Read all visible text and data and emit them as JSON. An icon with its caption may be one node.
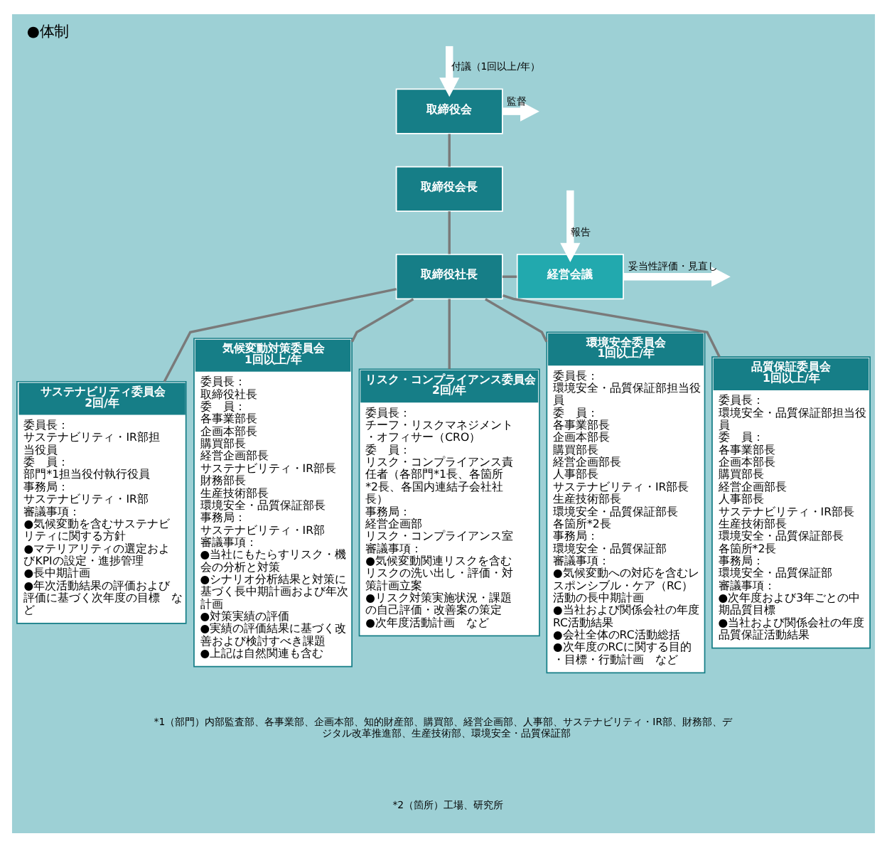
{
  "diagram": {
    "title": "●体制",
    "nodes": [
      {
        "text": [
          "取締役会"
        ]
      },
      {
        "text": [
          "取締役会長"
        ]
      },
      {
        "text": [
          "取締役社長"
        ]
      },
      {
        "text": [
          "経営会議"
        ]
      },
      {
        "text": [
          "サステナビリティ委員会",
          "2回/年",
          "委員長：",
          "サステナビリティ・IR部担当役員",
          "委　員：",
          "部門*1担当役付執行役員",
          "事務局：",
          "サステナビリティ・IR部",
          "審議事項：",
          "●気候変動を含むサステナビリティに関する方針",
          "●マテリアリティの選定およびKPIの設定・進捗管理",
          "●長中期計画",
          "●年次活動結果の評価および評価に基づく次年度の目標　など"
        ]
      },
      {
        "text": [
          "気候変動対策委員会",
          "1回以上/年",
          "委員長：",
          "取締役社長",
          "委　員：",
          "各事業部長",
          "企画本部長",
          "購買部長",
          "経営企画部長",
          "サステナビリティ・IR部長",
          "財務部長",
          "生産技術部長",
          "環境安全・品質保証部長",
          "事務局：",
          "サステナビリティ・IR部",
          "審議事項：",
          "●当社にもたらすリスク・機会の分析と対策",
          "●シナリオ分析結果と対策に基づく長中期計画および年次計画",
          "●対策実績の評価",
          "●実績の評価結果に基づく改善および検討すべき課題",
          "●上記は自然関連も含む"
        ]
      },
      {
        "text": [
          "リスク・コンプライアンス委員会",
          "2回/年",
          "委員長：",
          "チーフ・リスクマネジメント・オフィサー（CRO）",
          "委　員：",
          "リスク・コンプライアンス責任者（各部門*1長、各箇所*2長、各国内連結子会社社長）",
          "事務局：",
          "経営企画部",
          "リスク・コンプライアンス室",
          "審議事項：",
          "●気候変動関連リスクを含むリスクの洗い出し・評価・対策計画立案",
          "●リスク対策実施状況・課題の自己評価・改善案の策定",
          "●次年度活動計画　など"
        ]
      },
      {
        "text": [
          "環境安全委員会",
          "1回以上/年",
          "委員長：",
          "環境安全・品質保証部担当役員",
          "委　員：",
          "各事業部長",
          "企画本部長",
          "購買部長",
          "経営企画部長",
          "人事部長",
          "サステナビリティ・IR部長",
          "生産技術部長",
          "環境安全・品質保証部長",
          "各箇所*2長",
          "事務局：",
          "環境安全・品質保証部",
          "審議事項：",
          "●気候変動への対応を含むレスポンシブル・ケア（RC）活動の長中期計画",
          "●当社および関係会社の年度RC活動結果",
          "●会社全体のRC活動総括",
          "●次年度のRCに関する目的・目標・行動計画　など"
        ]
      },
      {
        "text": [
          "品質保証委員会",
          "1回以上/年",
          "委員長：",
          "環境安全・品質保証部担当役員",
          "委　員：",
          "各事業部長",
          "企画本部長",
          "購買部長",
          "経営企画部長",
          "人事部長",
          "サステナビリティ・IR部長",
          "生産技術部長",
          "環境安全・品質保証部長",
          "各箇所*2長",
          "事務局：",
          "環境安全・品質保証部",
          "審議事項：",
          "●次年度および3年ごとの中期品質目標",
          "●当社および関係会社の年度品質保証活動結果"
        ]
      }
    ],
    "edges": [
      {
        "from": 0,
        "to": 1,
        "arrow": "none"
      },
      {
        "from": 1,
        "to": 2,
        "arrow": "none"
      },
      {
        "from": 2,
        "to": 3,
        "arrow": "none"
      },
      {
        "from": 2,
        "to": 4,
        "arrow": "none"
      },
      {
        "from": 2,
        "to": 5,
        "arrow": "none"
      },
      {
        "from": 2,
        "to": 6,
        "arrow": "none"
      },
      {
        "from": 2,
        "to": 7,
        "arrow": "none"
      },
      {
        "from": 2,
        "to": 8,
        "arrow": "none"
      },
      {
        "from": null,
        "to": 0,
        "arrow": "to",
        "label": "付議（1回以上/年）",
        "style": "thick",
        "color": "#ffffff"
      },
      {
        "from": 0,
        "to": null,
        "arrow": "to",
        "label": "監督",
        "style": "thick",
        "color": "#ffffff"
      },
      {
        "from": 3,
        "to": null,
        "arrow": "to",
        "label": "妥当性評価・見直し",
        "style": "thick",
        "color": "#ffffff"
      },
      {
        "from": null,
        "to": 3,
        "arrow": "to",
        "label": "報告",
        "style": "thick",
        "color": "#ffffff"
      }
    ],
    "labels": [
      "*1（部門）内部監査部、各事業部、企画本部、知的財産部、購買部、経営企画部、人事部、サステナビリティ・IR部、財務部、デジタル改革推進部、生産技術部、環境安全・品質保証部",
      "*2（箇所）工場、研究所"
    ]
  }
}
